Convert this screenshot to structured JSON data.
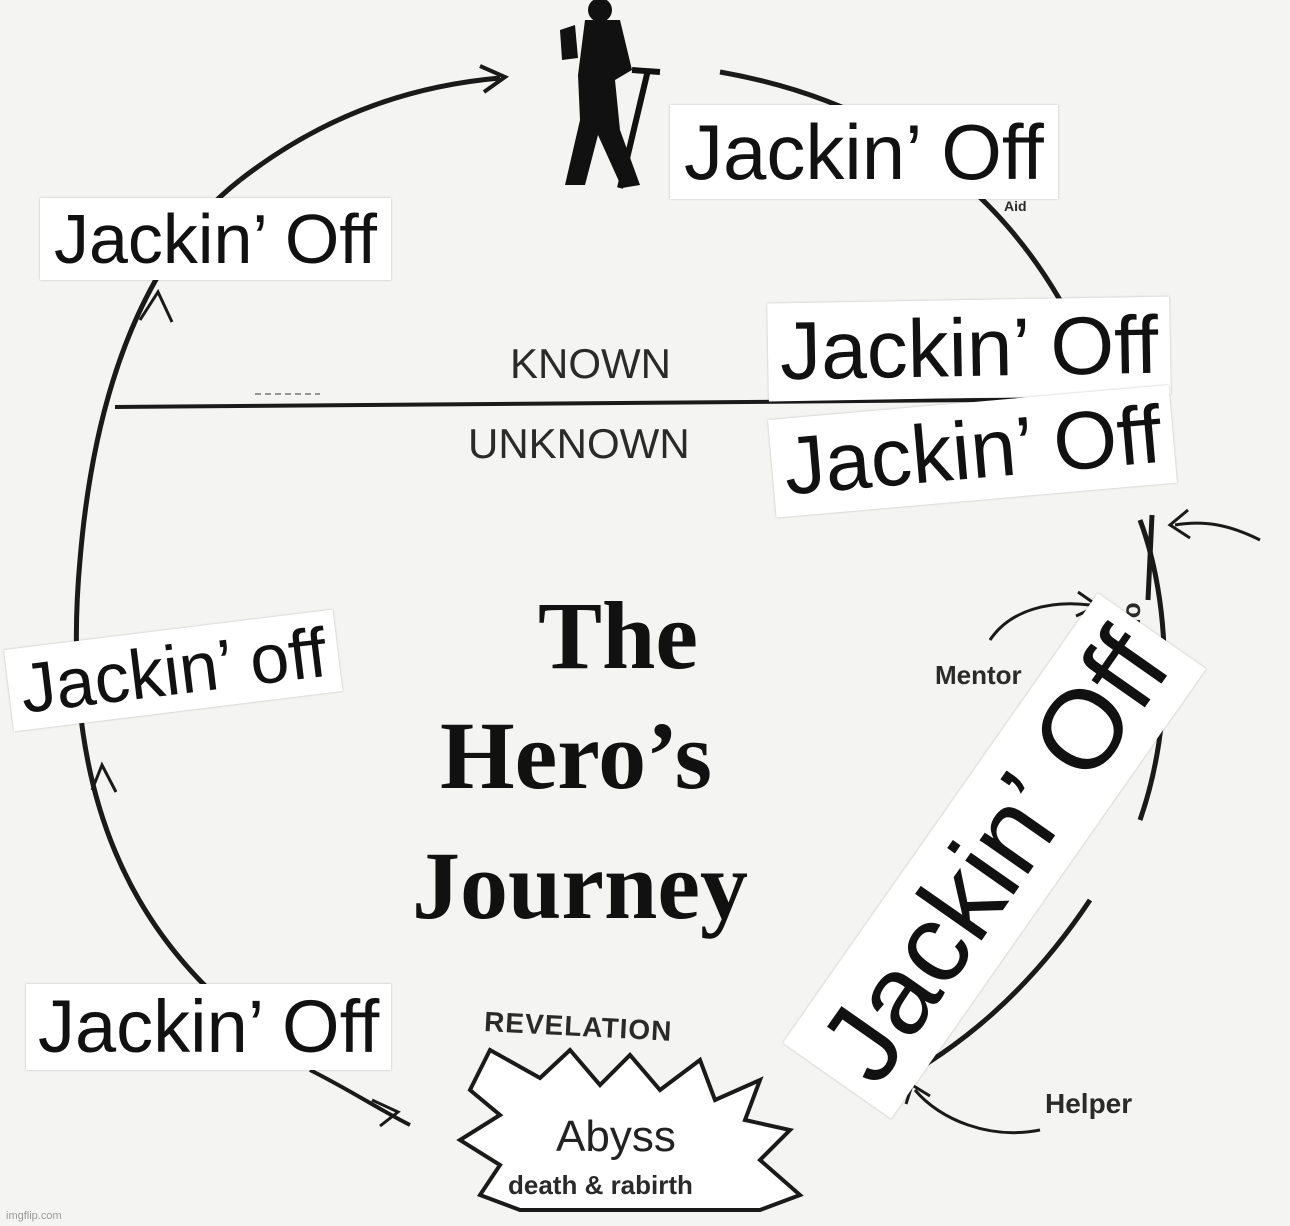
{
  "title": {
    "line1": "The",
    "line2": "Hero’s",
    "line3": "Journey"
  },
  "divider": {
    "known": "KNOWN",
    "unknown": "UNKNOWN"
  },
  "stickers": [
    "Jackin’ Off",
    "Jackin’ Off",
    "Jackin’ Off",
    "Jackin’ Off",
    "Jackin’ off",
    "Jackin’ Off",
    "Jackin’ Off"
  ],
  "small_labels": {
    "aid": "Aid",
    "mentor": "Mentor",
    "helper": "Helper",
    "revelation": "REVELATION",
    "abyss": "Abyss",
    "abyss_sub": "death & rabirth",
    "partial": "ons"
  },
  "watermark": "imgflip.com",
  "colors": {
    "ink": "#111111",
    "paper": "#f4f4f2",
    "sticker": "#ffffff"
  }
}
